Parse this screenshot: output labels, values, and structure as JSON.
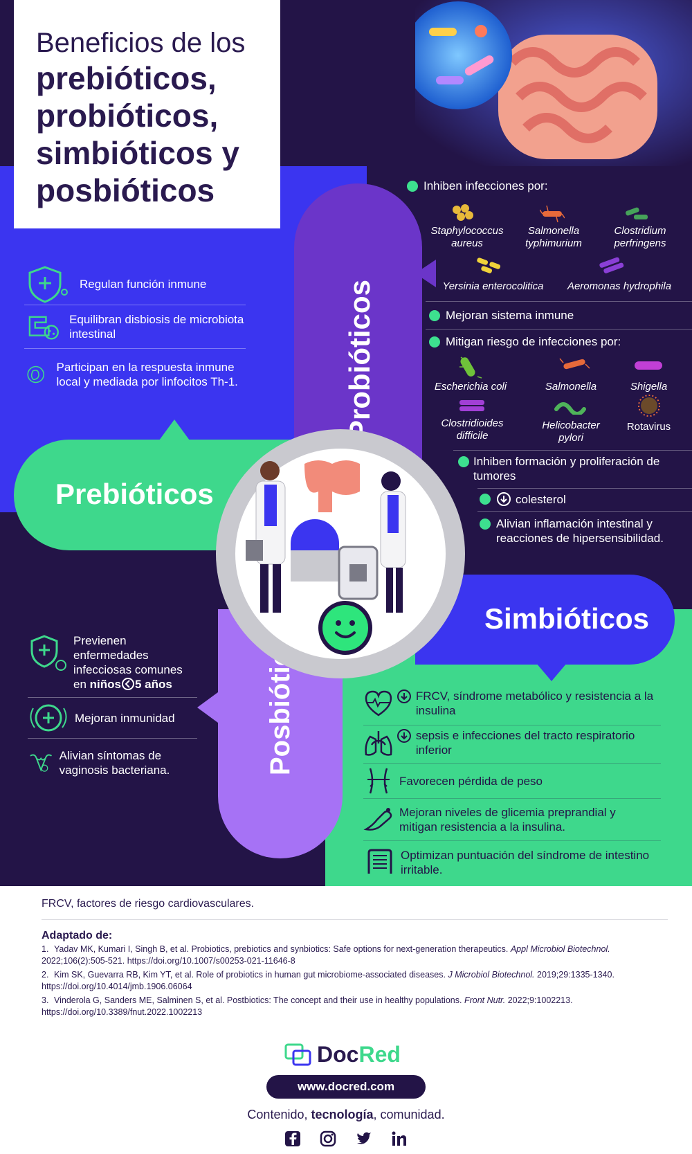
{
  "title": {
    "light": "Beneficios de los",
    "bold_lines": [
      "prebióticos,",
      "probióticos,",
      "simbióticos y",
      "posbióticos"
    ]
  },
  "sections": {
    "probioticos": "Probióticos",
    "prebioticos": "Prebióticos",
    "simbioticos": "Simbióticos",
    "posbioticos": "Posbióticos"
  },
  "prebio_items": [
    {
      "icon": "shield-cross-icon",
      "text": "Regulan función inmune"
    },
    {
      "icon": "intestine-microbe-icon",
      "text": "Equilibran disbiosis de microbiota intestinal"
    },
    {
      "icon": "lymphocyte-icon",
      "text": "Participan en la respuesta inmune local y mediada por linfocitos Th-1."
    }
  ],
  "probio": {
    "inhiben_label": "Inhiben infecciones por:",
    "inhiben_bugs": [
      "Staphylococcus aureus",
      "Salmonella typhimurium",
      "Clostridium perfringens",
      "Yersinia enterocolitica",
      "Aeromonas hydrophila"
    ],
    "sistema_inmune": "Mejoran sistema inmune",
    "mitigan_label": "Mitigan riesgo de infecciones por:",
    "mitigan_bugs": [
      "Escherichia coli",
      "Salmonella",
      "Shigella",
      "Clostridioides difficile",
      "Helicobacter pylori",
      "Rotavirus"
    ],
    "tumores": "Inhiben formación y proliferación de tumores",
    "colesterol": "colesterol",
    "inflamacion": "Alivian inflamación intestinal y reacciones de hipersensibilidad."
  },
  "posbio_items": [
    {
      "icon": "shield-virus-icon",
      "text_a": "Previenen enfermedades infecciosas comunes en ",
      "bold1": "niños",
      "bold2": "5 años"
    },
    {
      "icon": "immunity-icon",
      "text": "Mejoran inmunidad"
    },
    {
      "icon": "uterus-icon",
      "text": "Alivian síntomas de vaginosis bacteriana."
    }
  ],
  "simbio_items": [
    {
      "icon": "heart-icon",
      "text": "FRCV, síndrome metabólico y resistencia a la insulina",
      "down": true
    },
    {
      "icon": "lungs-icon",
      "text": "sepsis e infecciones del tracto respiratorio inferior",
      "down": true
    },
    {
      "icon": "waist-icon",
      "text": "Favorecen pérdida de peso",
      "down": false
    },
    {
      "icon": "glucose-meter-icon",
      "text": "Mejoran niveles de glicemia preprandial y mitigan resistencia a la insulina.",
      "down": false
    },
    {
      "icon": "intestine-icon",
      "text": "Optimizan puntuación del síndrome de intestino irritable.",
      "down": false
    }
  ],
  "footer": {
    "footnote": "FRCV, factores de riesgo cardiovasculares.",
    "adaptado": "Adaptado de:",
    "refs": [
      {
        "num": "1.",
        "a": "Yadav MK, Kumari I, Singh B, et al. Probiotics, prebiotics and synbiotics: Safe options for next-generation therapeutics. ",
        "journal": "Appl Microbiol Biotechnol.",
        "b": " 2022;106(2):505-521. https://doi.org/10.1007/s00253-021-11646-8"
      },
      {
        "num": "2.",
        "a": "Kim SK, Guevarra RB, Kim YT, et al. Role of probiotics in human gut microbiome-associated diseases. ",
        "journal": "J Microbiol Biotechnol.",
        "b": " 2019;29:1335-1340. https://doi.org/10.4014/jmb.1906.06064"
      },
      {
        "num": "3.",
        "a": "Vinderola G, Sanders ME, Salminen S, et al. Postbiotics: The concept and their use in healthy populations. ",
        "journal": "Front Nutr.",
        "b": " 2022;9:1002213. https://doi.org/10.3389/fnut.2022.1002213"
      }
    ],
    "brand_a": "Doc",
    "brand_b": "Red",
    "url": "www.docred.com",
    "tag_a": "Contenido, ",
    "tag_b": "tecnología",
    "tag_c": ", comunidad.",
    "social": [
      "facebook-icon",
      "instagram-icon",
      "twitter-icon",
      "linkedin-icon"
    ]
  },
  "colors": {
    "dark": "#231447",
    "blue": "#3b35f0",
    "green": "#3ed88c",
    "purple": "#6b35c9",
    "lilac": "#a672f5"
  }
}
